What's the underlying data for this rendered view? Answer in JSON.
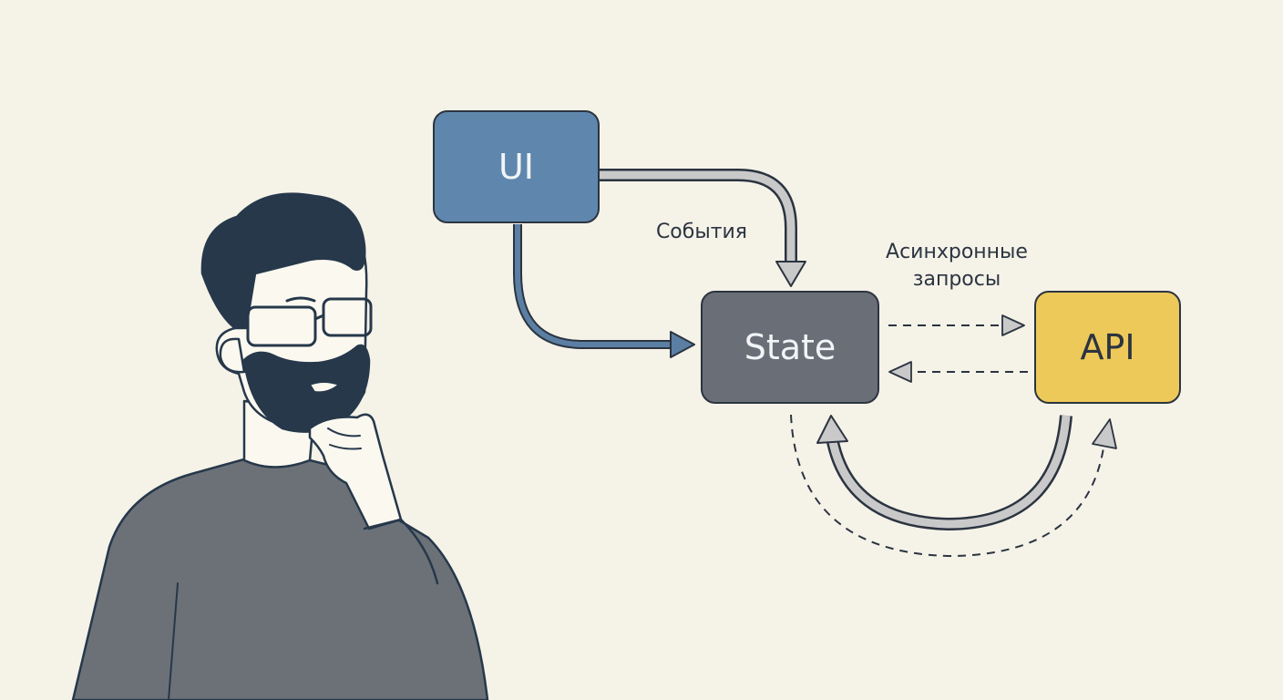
{
  "diagram": {
    "nodes": {
      "ui": {
        "label": "UI",
        "fill": "#5f87ad",
        "text_color": "#f2f4f7"
      },
      "state": {
        "label": "State",
        "fill": "#6a6f77",
        "text_color": "#f2f4f7"
      },
      "api": {
        "label": "API",
        "fill": "#edc95a",
        "text_color": "#2b3440"
      }
    },
    "edge_labels": {
      "events": "События",
      "async_line1": "Асинхронные",
      "async_line2": "запросы"
    },
    "colors": {
      "background": "#f5f2e8",
      "outline": "#2b3440",
      "blue_arrow": "#5a7fa3",
      "grey_arrow": "#c9c9c9"
    }
  },
  "figure": {
    "description_icon": "thinking-man-icon",
    "sweater_color": "#6c7178",
    "hair_color": "#26384a",
    "skin_color": "#fbf8f0"
  }
}
